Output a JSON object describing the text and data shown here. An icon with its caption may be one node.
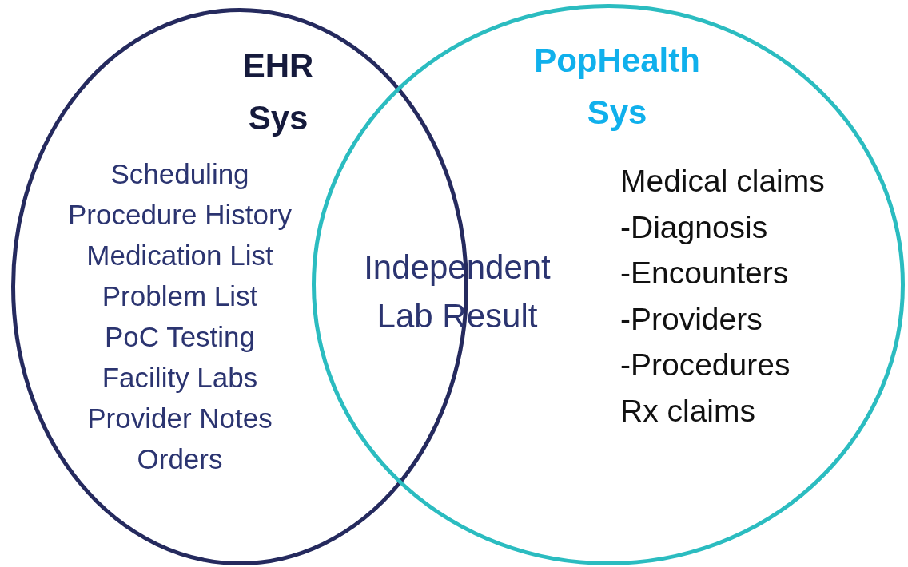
{
  "diagram": {
    "nodes": [
      {
        "text": [
          "EHR Sys",
          "Scheduling",
          "Procedure History",
          "Medication List",
          "Problem List",
          "PoC Testing",
          "Facility Labs",
          "Provider Notes",
          "Orders"
        ]
      },
      {
        "text": [
          "PopHealth Sys",
          "Medical claims",
          "-Diagnosis",
          "-Encounters",
          "-Providers",
          "-Procedures",
          "Rx claims"
        ]
      }
    ],
    "edges": [],
    "labels": [
      "Independent Lab Result"
    ]
  }
}
